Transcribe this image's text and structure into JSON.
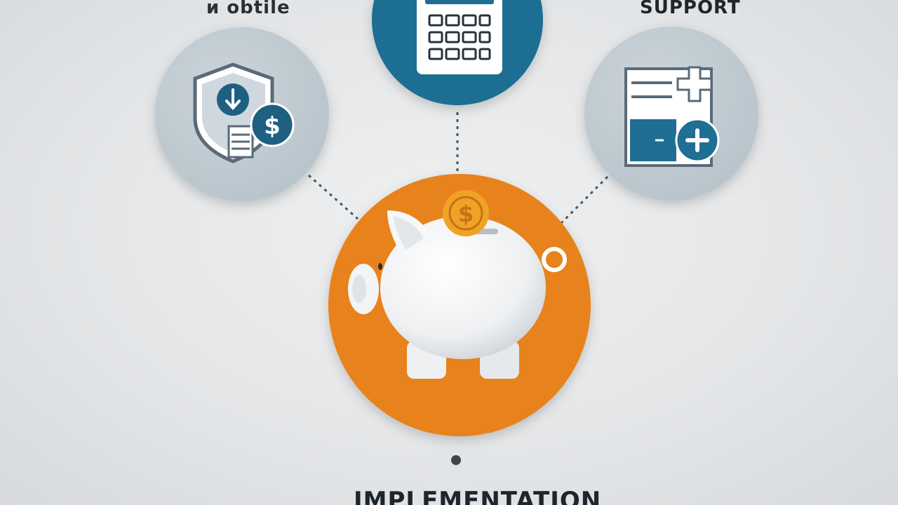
{
  "labels": {
    "top_left": "ᴎ obtile",
    "top_right": "SUPPORT",
    "bottom": "IMPLEMENTATION"
  },
  "icons": {
    "left_circle": "shield-dollar-icon",
    "top_circle": "calculator-icon",
    "right_circle": "budget-plus-icon",
    "center_circle": "piggy-bank-icon",
    "coin": "dollar-coin-icon"
  },
  "colors": {
    "background": "#e6e8ea",
    "grey_circle": "#c3cdd4",
    "blue": "#1f6e93",
    "orange": "#e8821e",
    "coin": "#f0a224",
    "connector": "#555a5e"
  }
}
